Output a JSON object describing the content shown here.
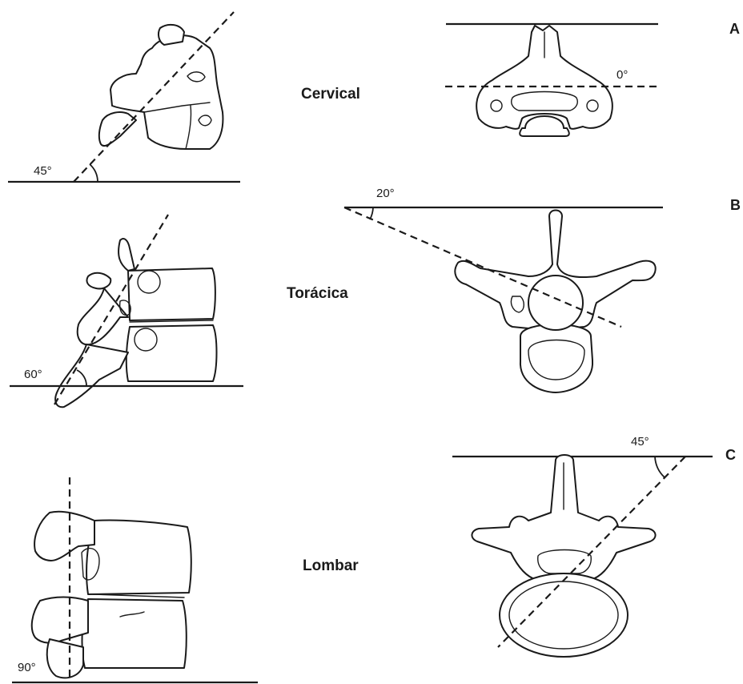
{
  "regions": {
    "cervical": "Cervical",
    "thoracic": "Torácica",
    "lumbar": "Lombar"
  },
  "panels": {
    "a": "A",
    "b": "B",
    "c": "C"
  },
  "angles": {
    "cervical_lateral": "45°",
    "cervical_axial": "0°",
    "thoracic_lateral": "60°",
    "thoracic_axial": "20°",
    "lumbar_lateral": "90°",
    "lumbar_axial": "45°"
  },
  "colors": {
    "ink": "#1a1a1a",
    "background": "#ffffff"
  }
}
